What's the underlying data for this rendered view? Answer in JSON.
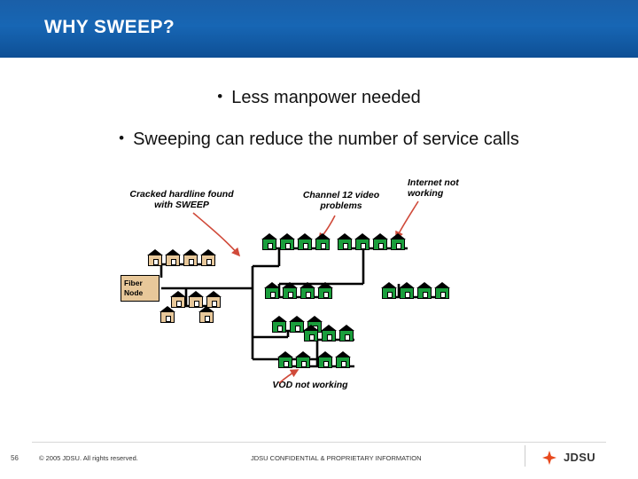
{
  "header": {
    "title": "WHY SWEEP?"
  },
  "bullets": [
    {
      "marker": "•",
      "text": "Less manpower needed"
    },
    {
      "marker": "•",
      "text": "Sweeping can reduce the number of service calls"
    }
  ],
  "diagram": {
    "labels": [
      {
        "id": "cracked-hardline",
        "text": "Cracked hardline found with SWEEP"
      },
      {
        "id": "channel-12",
        "text": "Channel 12 video problems"
      },
      {
        "id": "internet-not-working",
        "text": "Internet not working"
      },
      {
        "id": "vod-not-working",
        "text": "VOD not working"
      }
    ],
    "fiber_node": {
      "line1": "Fiber",
      "line2": "Node"
    },
    "arrow_color": "#d04a3a",
    "house_color": "#1a9e3c",
    "node_color": "#e8c89a"
  },
  "footer": {
    "page_number": "56",
    "copyright": "© 2005 JDSU. All rights reserved.",
    "confidential": "JDSU CONFIDENTIAL & PROPRIETARY INFORMATION",
    "logo_text": "JDSU",
    "logo_color": "#e8491d"
  }
}
